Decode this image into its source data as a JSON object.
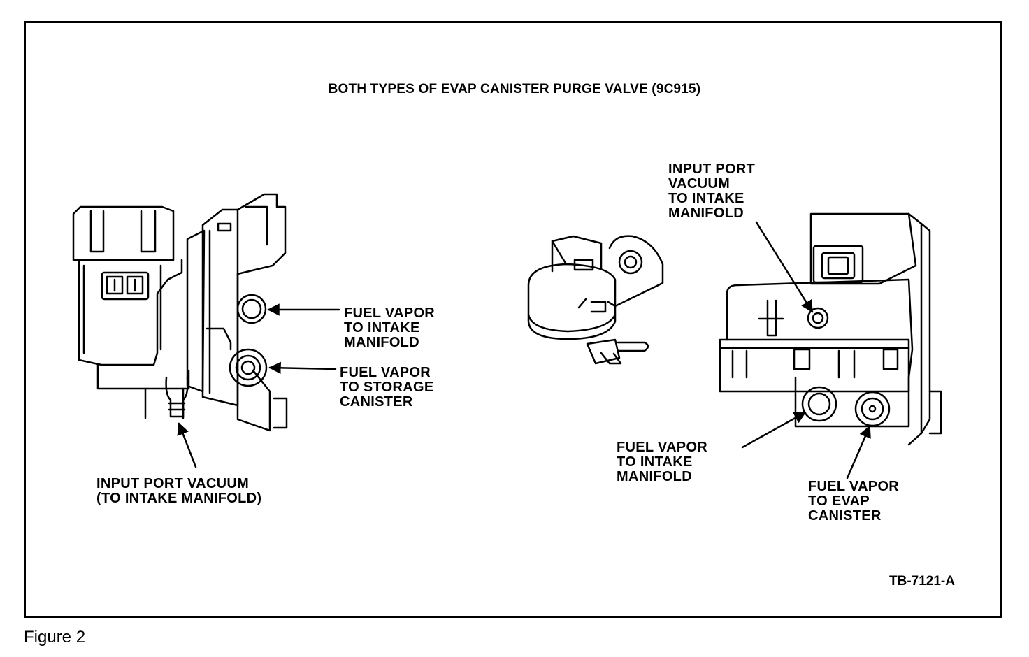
{
  "title": "BOTH TYPES OF EVAP CANISTER PURGE VALVE (9C915)",
  "reference": "TB-7121-A",
  "caption": "Figure 2",
  "left_valve": {
    "label_fuel_vapor_intake": "FUEL VAPOR\nTO INTAKE\nMANIFOLD",
    "label_fuel_vapor_storage": "FUEL VAPOR\nTO STORAGE\nCANISTER",
    "label_input_port": "INPUT PORT VACUUM\n(TO INTAKE MANIFOLD)"
  },
  "right_valve": {
    "label_input_port": "INPUT PORT\nVACUUM\nTO INTAKE\nMANIFOLD",
    "label_fuel_vapor_intake": "FUEL VAPOR\nTO INTAKE\nMANIFOLD",
    "label_fuel_vapor_evap": "FUEL VAPOR\nTO EVAP\nCANISTER"
  }
}
